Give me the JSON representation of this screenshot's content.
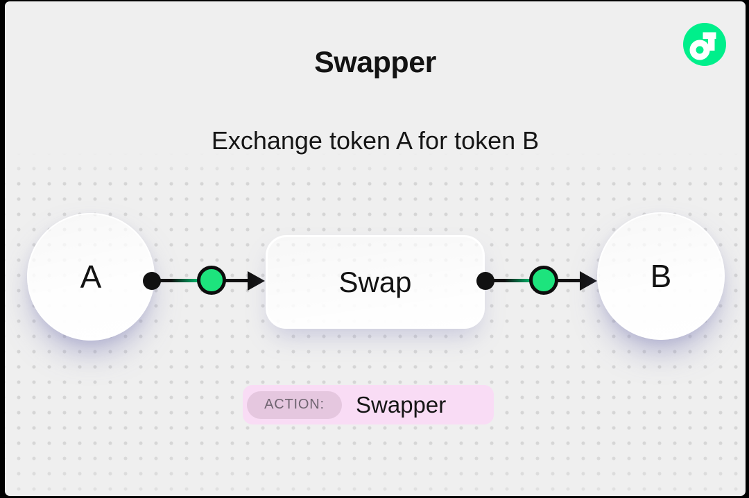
{
  "header": {
    "title": "Swapper",
    "subtitle": "Exchange token A for token B"
  },
  "logo": {
    "name": "flow-logo"
  },
  "diagram": {
    "nodes": [
      {
        "id": "token-a",
        "label": "A",
        "type": "token"
      },
      {
        "id": "swap",
        "label": "Swap",
        "type": "action"
      },
      {
        "id": "token-b",
        "label": "B",
        "type": "token"
      }
    ],
    "edges": [
      {
        "from": "token-a",
        "to": "swap"
      },
      {
        "from": "swap",
        "to": "token-b"
      }
    ]
  },
  "badge": {
    "label": "ACTION:",
    "value": "Swapper"
  },
  "colors": {
    "canvas_bg": "#EFEFEF",
    "frame": "#000000",
    "accent_green": "#1DE47D",
    "logo_green": "#00EF8B",
    "ink": "#131313",
    "badge_bg": "#F9DCF5",
    "badge_label_bg": "#E5C7DF",
    "badge_label_text": "#6F6470"
  }
}
